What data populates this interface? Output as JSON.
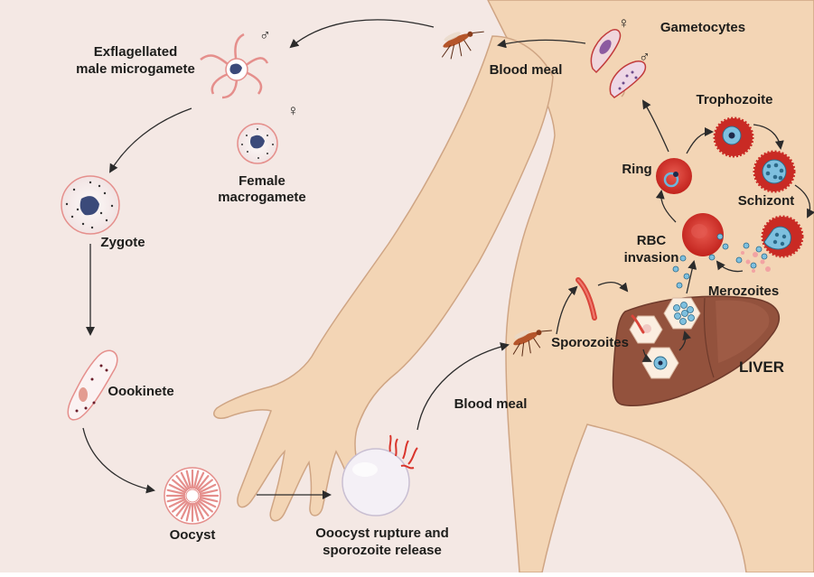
{
  "labels": {
    "exflagellated_line1": "Exflagellated",
    "exflagellated_line2": "male microgamete",
    "female_line1": "Female",
    "female_line2": "macrogamete",
    "zygote": "Zygote",
    "ookinete": "Oookinete",
    "oocyst": "Oocyst",
    "rupture_line1": "Ooocyst rupture and",
    "rupture_line2": "sporozoite release",
    "blood_meal_top": "Blood meal",
    "blood_meal_bottom": "Blood meal",
    "gametocytes": "Gametocytes",
    "trophozoite": "Trophozoite",
    "ring": "Ring",
    "schizont": "Schizont",
    "rbc_line1": "RBC",
    "rbc_line2": "invasion",
    "merozoites": "Merozoites",
    "sporozoites": "Sporozoites",
    "liver": "LIVER"
  },
  "symbols": {
    "male_exflag": "♂",
    "female_macro": "♀",
    "female_gam": "♀",
    "male_gam": "♂"
  },
  "colors": {
    "background": "#f4e8e4",
    "skin": "#f3d5b5",
    "skin_outline": "#cfa584",
    "liver": "#93523d",
    "rbc": "#d9342b",
    "parasite_blue": "#7ec0df",
    "arrow": "#2b2b2b",
    "mosquito": "#b5552a"
  }
}
